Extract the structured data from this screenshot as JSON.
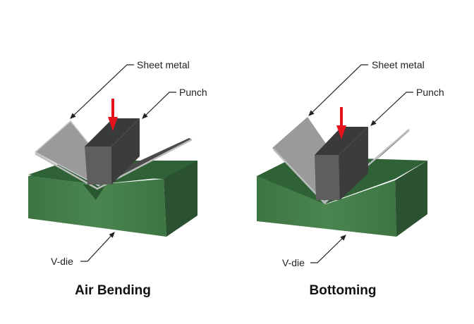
{
  "title": "Sheet metal bending methods",
  "colors": {
    "die_front": "#3f7a45",
    "die_top": "#2f5f34",
    "die_side": "#2a5230",
    "sheet_light": "#9a9a9a",
    "sheet_dark": "#4a4a4a",
    "punch_top": "#3a3a3a",
    "punch_front": "#5c5c5c",
    "punch_side": "#2e2e2e",
    "force_arrow": "#e3121b"
  },
  "panels": [
    {
      "caption": "Air Bending",
      "labels": {
        "sheet": "Sheet metal",
        "punch": "Punch",
        "die": "V-die"
      }
    },
    {
      "caption": "Bottoming",
      "labels": {
        "sheet": "Sheet metal",
        "punch": "Punch",
        "die": "V-die"
      }
    }
  ]
}
